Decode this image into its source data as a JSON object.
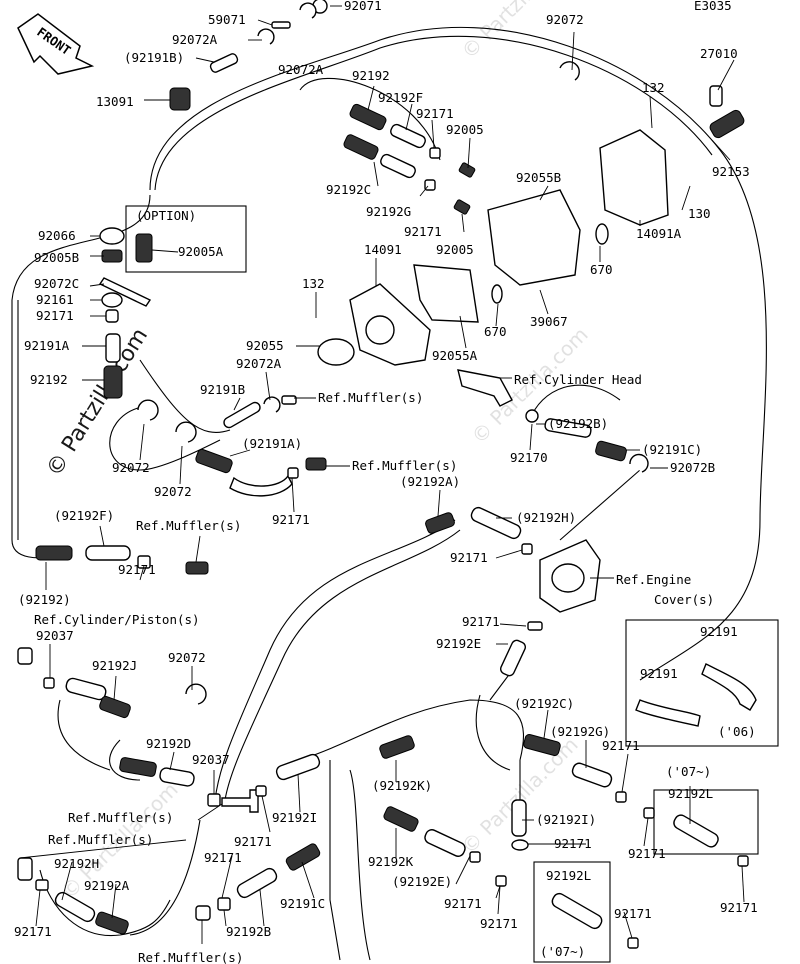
{
  "diagram": {
    "code": "E3035",
    "watermark": "© Partzilla.com",
    "front_label": "FRONT",
    "option_label": "(OPTION)",
    "labels": {
      "l1": "59071",
      "l2": "92071",
      "l3": "92072A",
      "l4": "(92191B)",
      "l5": "92072A",
      "l6": "13091",
      "l7": "92072",
      "l8": "27010",
      "l9": "132",
      "l10": "92192",
      "l11": "92192F",
      "l12": "92171",
      "l13": "92005",
      "l14": "92153",
      "l15": "92192C",
      "l16": "92055B",
      "l17": "130",
      "l18": "92192G",
      "l19": "92171",
      "l20": "92005",
      "l21": "670",
      "l22": "14091A",
      "l23": "92066",
      "l24": "92005A",
      "l25": "92005B",
      "l26": "14091",
      "l27": "92072C",
      "l28": "92161",
      "l29": "132",
      "l30": "92171",
      "l31": "670",
      "l32": "39067",
      "l33": "92191A",
      "l34": "92055",
      "l35": "92055A",
      "l36": "92192",
      "l37": "92072A",
      "l38": "Ref.Cylinder Head",
      "l39": "92191B",
      "l40": "Ref.Muffler(s)",
      "l41": "(92192B)",
      "l42": "92072",
      "l43": "(92191A)",
      "l44": "92170",
      "l45": "(92191C)",
      "l46": "92072B",
      "l47": "Ref.Muffler(s)",
      "l48": "92072",
      "l49": "92171",
      "l50": "(92192A)",
      "l51": "(92192F)",
      "l52": "Ref.Muffler(s)",
      "l53": "(92192H)",
      "l54": "92171",
      "l55": "(92192)",
      "l56": "92171",
      "l57": "Ref.Engine",
      "l58": "Cover(s)",
      "l59": "Ref.Cylinder/Piston(s)",
      "l60": "92037",
      "l61": "92171",
      "l62": "92192E",
      "l63": "92191",
      "l64": "92192J",
      "l65": "92072",
      "l66": "92191",
      "l67": "('06)",
      "l68": "(92192C)",
      "l69": "92192D",
      "l70": "(92192G)",
      "l71": "92037",
      "l72": "92171",
      "l73": "('07~)",
      "l74": "Ref.Muffler(s)",
      "l75": "(92192K)",
      "l76": "92192L",
      "l77": "92192I",
      "l78": "(92192I)",
      "l79": "Ref.Muffler(s)",
      "l80": "92171",
      "l81": "92171",
      "l82": "92171",
      "l83": "92192K",
      "l84": "92171",
      "l85": "92192H",
      "l86": "92191C",
      "l87": "(92192E)",
      "l88": "92192L",
      "l89": "92192A",
      "l90": "92171",
      "l91": "92171",
      "l92": "92171",
      "l93": "92171",
      "l94": "92171",
      "l95": "92192B",
      "l96": "('07~)",
      "l97": "Ref.Muffler(s)"
    }
  }
}
